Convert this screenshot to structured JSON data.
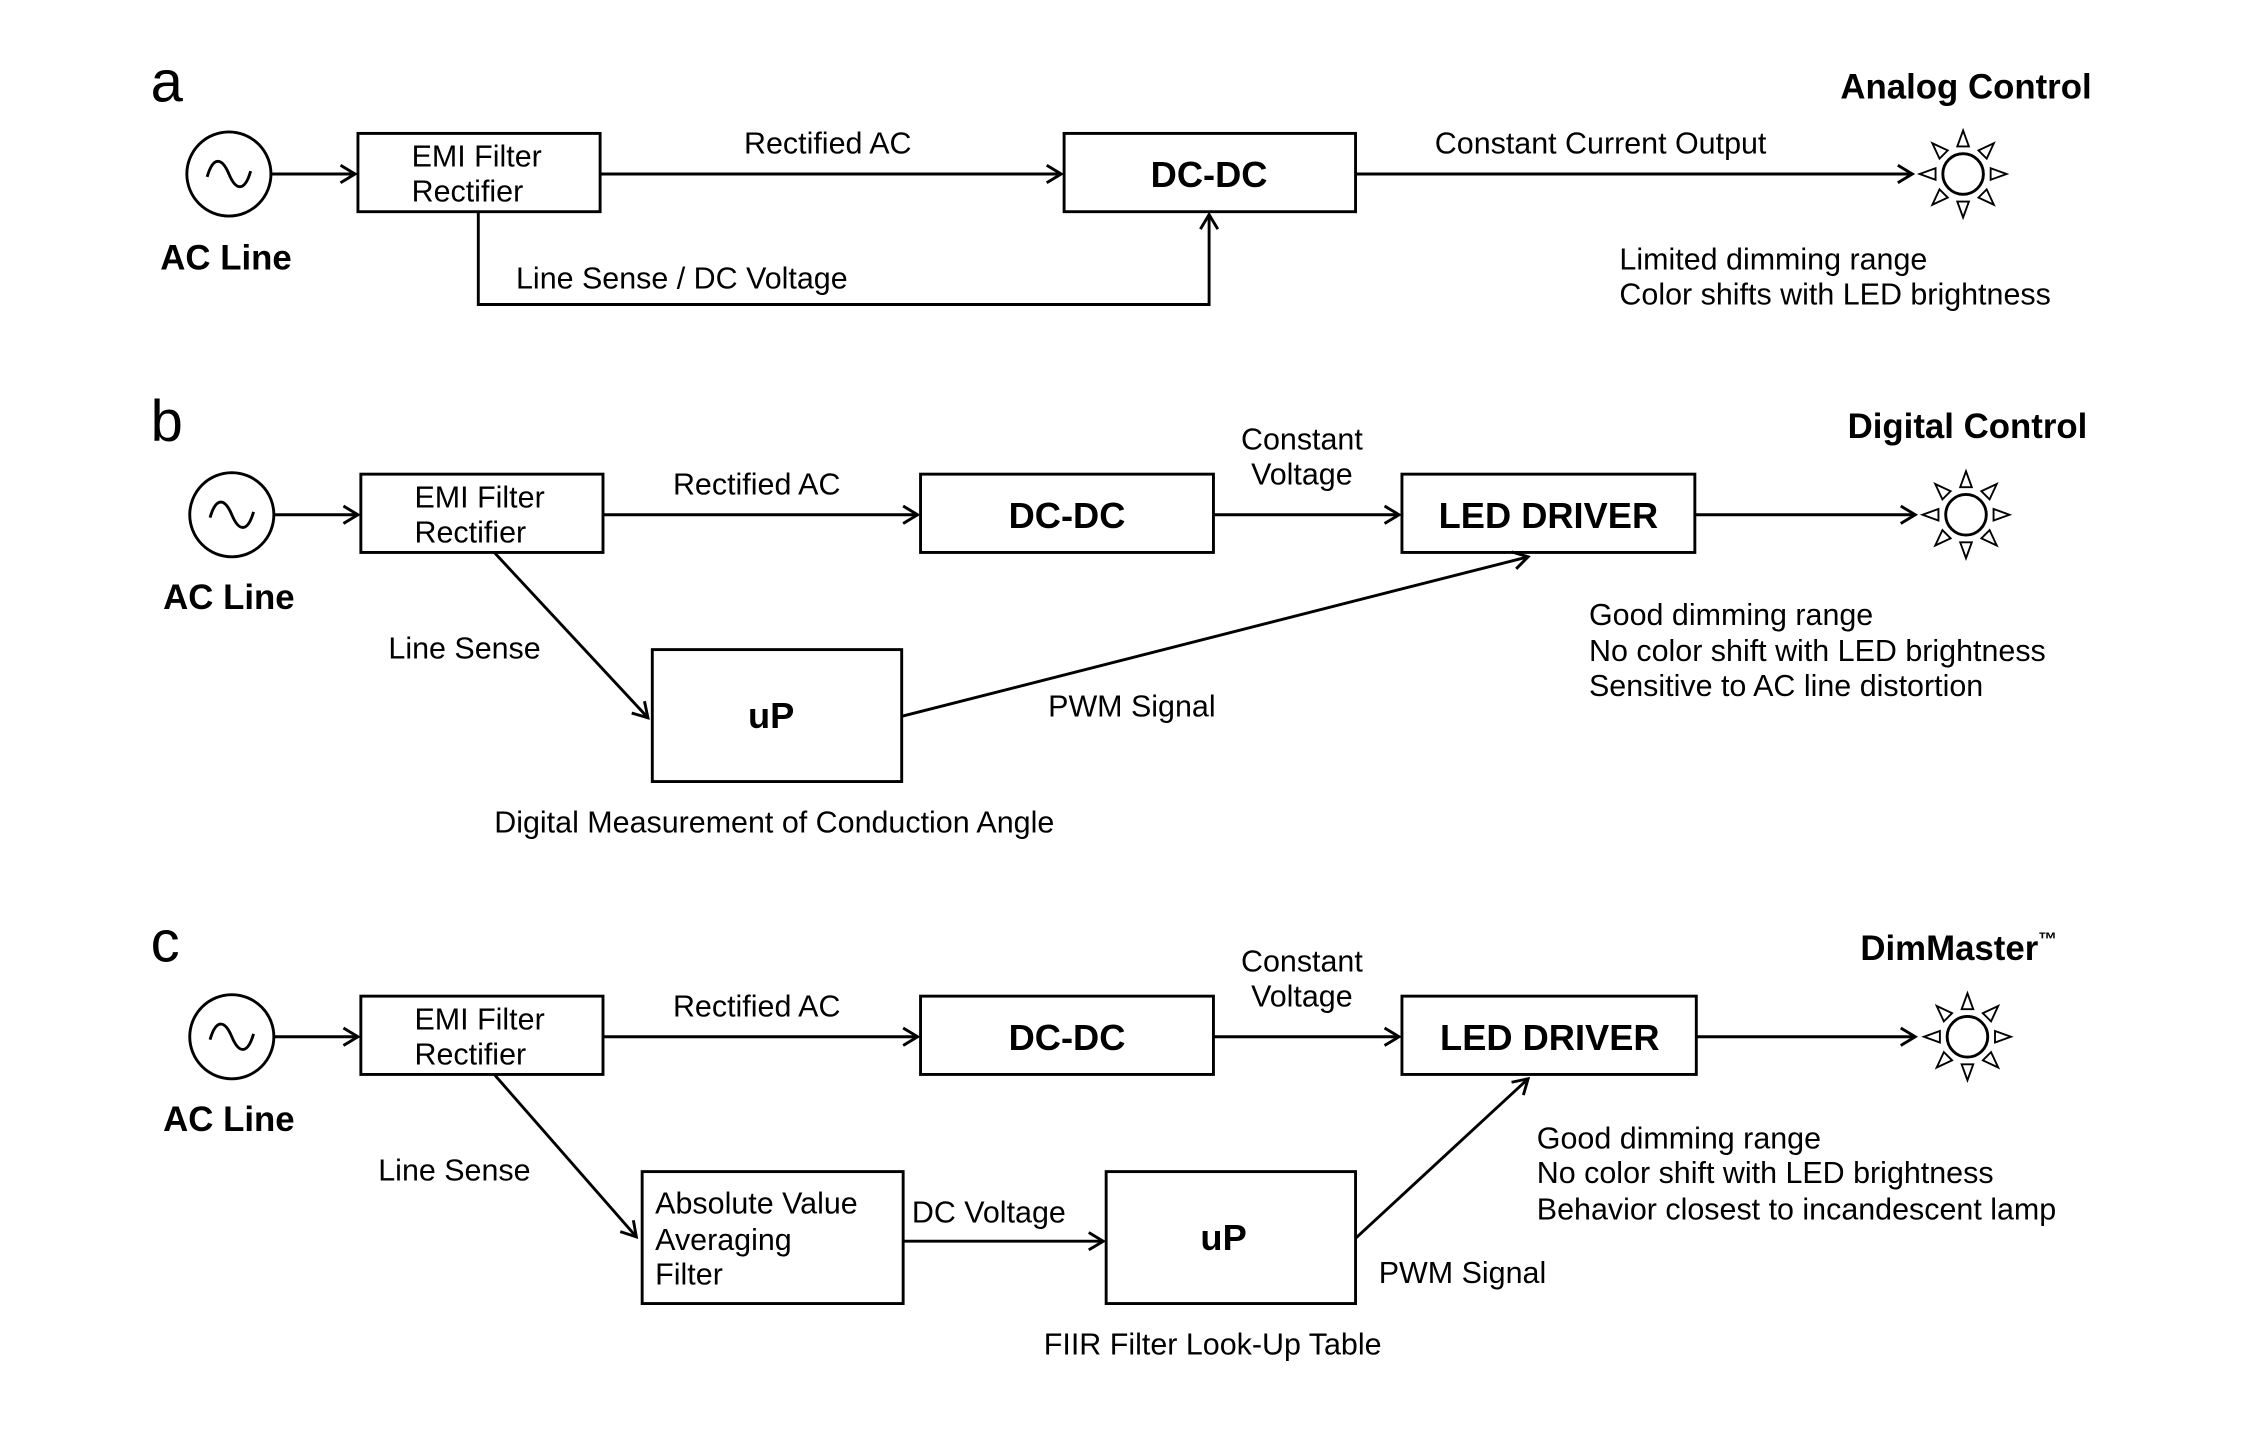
{
  "panels": [
    {
      "letter": "a",
      "title": "Analog Control",
      "source_label": "AC Line",
      "blocks": {
        "emi": [
          "EMI Filter",
          "Rectifier"
        ],
        "dcdc": "DC-DC"
      },
      "signals": {
        "rectified": "Rectified AC",
        "output": "Constant Current Output",
        "feedback": "Line Sense / DC Voltage"
      },
      "notes": [
        "Limited dimming range",
        "Color shifts with LED brightness"
      ]
    },
    {
      "letter": "b",
      "title": "Digital Control",
      "source_label": "AC Line",
      "blocks": {
        "emi": [
          "EMI Filter",
          "Rectifier"
        ],
        "dcdc": "DC-DC",
        "driver": "LED DRIVER",
        "up": "uP"
      },
      "signals": {
        "rectified": "Rectified AC",
        "constant_voltage": [
          "Constant",
          "Voltage"
        ],
        "line_sense": "Line Sense",
        "pwm": "PWM Signal",
        "caption": "Digital Measurement of Conduction Angle"
      },
      "notes": [
        "Good dimming range",
        "No color shift with LED brightness",
        "Sensitive to AC line distortion"
      ]
    },
    {
      "letter": "c",
      "title": "DimMaster",
      "title_mark": "™",
      "source_label": "AC Line",
      "blocks": {
        "emi": [
          "EMI Filter",
          "Rectifier"
        ],
        "dcdc": "DC-DC",
        "driver": "LED DRIVER",
        "filter": [
          "Absolute Value",
          "Averaging",
          "Filter"
        ],
        "up": "uP"
      },
      "signals": {
        "rectified": "Rectified AC",
        "constant_voltage": [
          "Constant",
          "Voltage"
        ],
        "line_sense": "Line Sense",
        "dc_voltage": "DC Voltage",
        "pwm": "PWM Signal",
        "caption": "FIIR Filter Look-Up Table"
      },
      "notes": [
        "Good dimming range",
        "No color shift with LED brightness",
        "Behavior closest to incandescent lamp"
      ]
    }
  ]
}
